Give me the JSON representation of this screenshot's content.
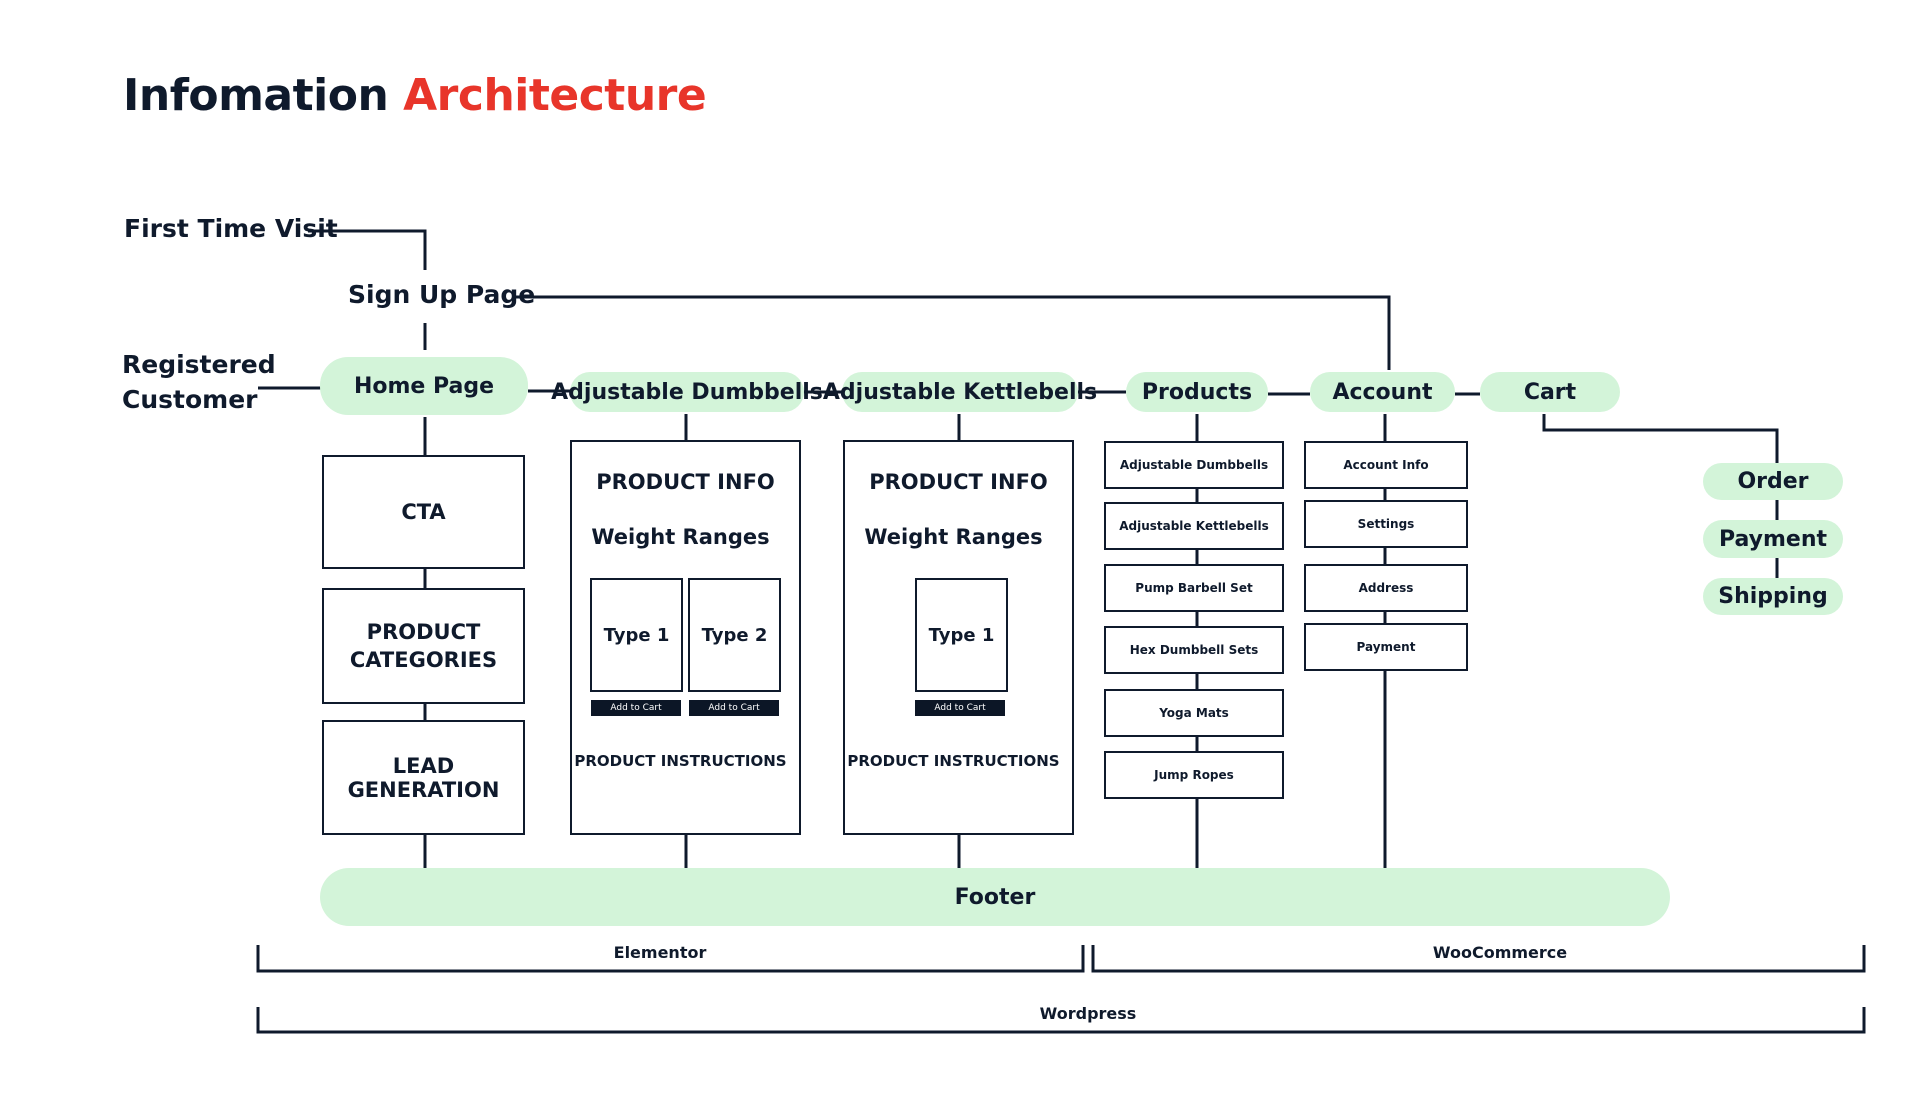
{
  "title": {
    "main": "Infomation",
    "accent": "Architecture"
  },
  "entry": {
    "first_time_visit": "First Time Visit",
    "sign_up_page": "Sign Up Page",
    "registered_customer_line1": "Registered",
    "registered_customer_line2": "Customer"
  },
  "nav": {
    "home_page": "Home Page",
    "adjustable_dumbbells": "Adjustable Dumbbells",
    "adjustable_kettlebells": "Adjustable Kettlebells",
    "products": "Products",
    "account": "Account",
    "cart": "Cart"
  },
  "home_sections": {
    "cta": "CTA",
    "product_categories_line1": "PRODUCT",
    "product_categories_line2": "CATEGORIES",
    "lead_generation": "LEAD GENERATION"
  },
  "dumbbells_card": {
    "product_info": "PRODUCT INFO",
    "weight_ranges": "Weight Ranges",
    "type1": "Type 1",
    "type2": "Type 2",
    "add_to_cart1": "Add to Cart",
    "add_to_cart2": "Add to Cart",
    "instructions": "PRODUCT INSTRUCTIONS"
  },
  "kettlebells_card": {
    "product_info": "PRODUCT INFO",
    "weight_ranges": "Weight Ranges",
    "type1": "Type 1",
    "add_to_cart": "Add to Cart",
    "instructions": "PRODUCT INSTRUCTIONS"
  },
  "products_list": [
    "Adjustable Dumbbells",
    "Adjustable Kettlebells",
    "Pump Barbell Set",
    "Hex Dumbbell Sets",
    "Yoga Mats",
    "Jump Ropes"
  ],
  "account_list": [
    "Account Info",
    "Settings",
    "Address",
    "Payment"
  ],
  "cart_flow": [
    "Order",
    "Payment",
    "Shipping"
  ],
  "footer": "Footer",
  "brackets": {
    "elementor": "Elementor",
    "woocommerce": "WooCommerce",
    "wordpress": "Wordpress"
  },
  "colors": {
    "accent": "#e8352a",
    "pill": "#d3f4d9",
    "ink": "#0f1a2c"
  }
}
